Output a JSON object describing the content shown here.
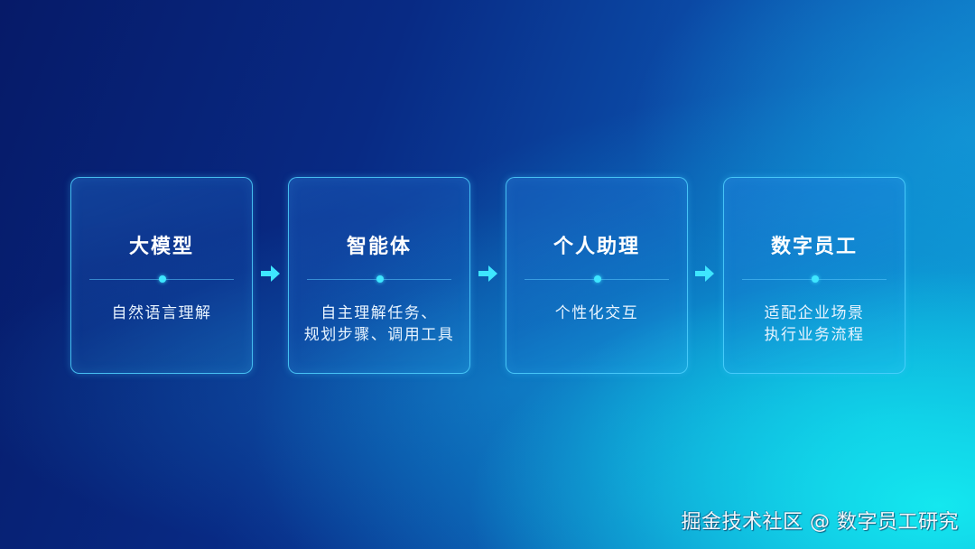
{
  "flow": {
    "steps": [
      {
        "title": "大模型",
        "description": [
          "自然语言理解"
        ]
      },
      {
        "title": "智能体",
        "description": [
          "自主理解任务、",
          "规划步骤、调用工具"
        ]
      },
      {
        "title": "个人助理",
        "description": [
          "个性化交互"
        ]
      },
      {
        "title": "数字员工",
        "description": [
          "适配企业场景",
          "执行业务流程"
        ]
      }
    ],
    "connector_icon": "arrow-right-icon",
    "accent_color": "#3ee6ff",
    "border_color": "#50d2ff"
  },
  "watermark": {
    "text": "掘金技术社区 @ 数字员工研究"
  },
  "colors": {
    "background_dark": "#061a68",
    "background_light": "#14ebf0",
    "text": "#ffffff"
  }
}
